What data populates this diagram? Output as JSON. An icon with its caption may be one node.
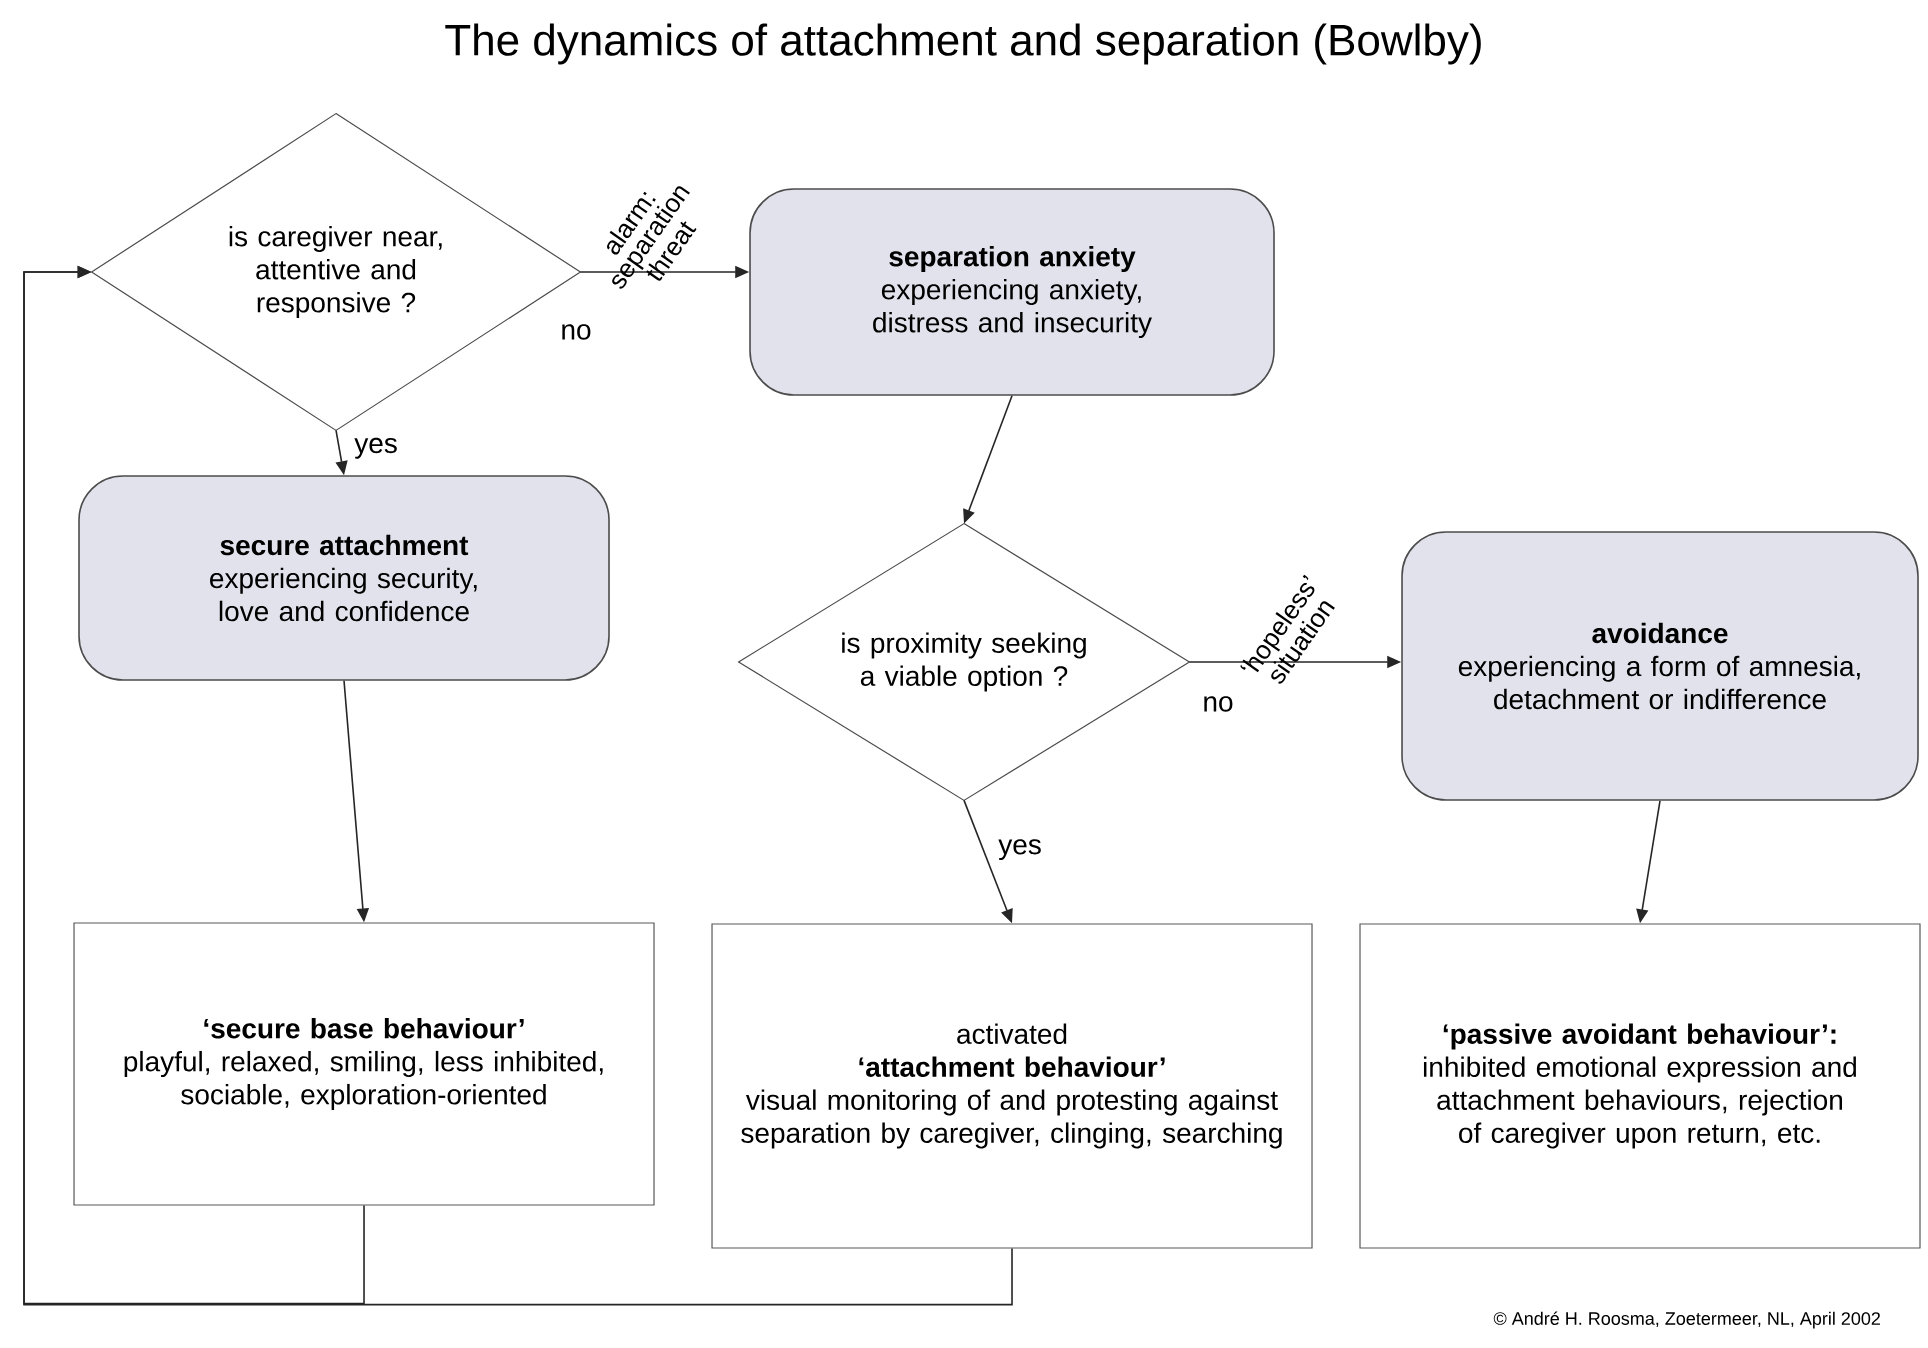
{
  "diagram": {
    "title": "The dynamics of attachment and separation (Bowlby)",
    "nodes": [
      {
        "text": [
          "is caregiver near, attentive and responsive ?"
        ]
      },
      {
        "text": [
          "separation anxiety",
          "experiencing anxiety, distress and insecurity"
        ]
      },
      {
        "text": [
          "secure attachment",
          "experiencing security, love and confidence"
        ]
      },
      {
        "text": [
          "is proximity seeking a viable option ?"
        ]
      },
      {
        "text": [
          "avoidance",
          "experiencing a form of amnesia, detachment or indifference"
        ]
      },
      {
        "text": [
          "‘secure base behaviour’",
          "playful, relaxed, smiling, less inhibited, sociable, exploration-oriented"
        ]
      },
      {
        "text": [
          "activated",
          "‘attachment behaviour’",
          "visual monitoring of and protesting against separation by caregiver, clinging, searching"
        ]
      },
      {
        "text": [
          "**‘passive avoidant behaviour’:** inhibited emotional expression and attachment behaviours, rejection of caregiver upon return, etc."
        ]
      }
    ],
    "edges": [
      {
        "from": 0,
        "to": 1,
        "arrow": "to",
        "label": "alarm: separation threat"
      },
      {
        "from": 0,
        "to": 2,
        "arrow": "to",
        "label": "yes"
      },
      {
        "from": 1,
        "to": 3,
        "arrow": "to"
      },
      {
        "from": 3,
        "to": 4,
        "arrow": "to",
        "label": "‘hopeless’ situation"
      },
      {
        "from": 3,
        "to": 6,
        "arrow": "to",
        "label": "yes"
      },
      {
        "from": 2,
        "to": 5,
        "arrow": "to"
      },
      {
        "from": 4,
        "to": 7,
        "arrow": "to"
      },
      {
        "from": 5,
        "to": 0,
        "arrow": "to"
      },
      {
        "from": 6,
        "to": 0,
        "arrow": "to"
      }
    ],
    "labels": [
      "no",
      "no",
      "© André H. Roosma, Zoetermeer, NL, April 2002"
    ]
  }
}
